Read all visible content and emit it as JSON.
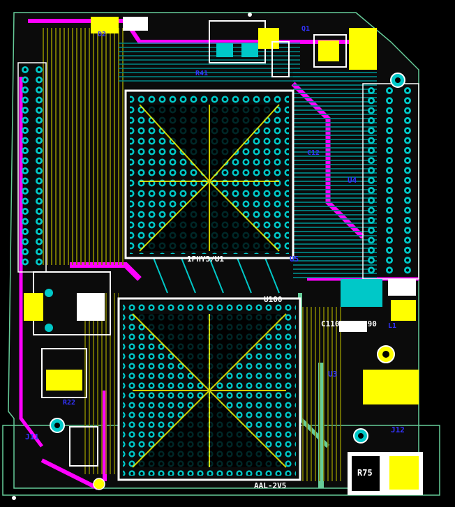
{
  "view": {
    "kind": "pcb-layout",
    "background_color": "#000000",
    "colors": {
      "top_copper": "#ffff00",
      "bottom_copper": "#00c8c8",
      "inner_layer": "#ff00ff",
      "inner_layer_2": "#7f007f",
      "silkscreen": "#ffffff",
      "drill": "#000000",
      "board_outline": "#66cc99",
      "ref_text": "#3333ff"
    }
  },
  "labels": {
    "fpga_upper": "U5",
    "fpga_upper_ref": "1PHY3/U1",
    "fpga_lower_ref": "U100",
    "bottom_text": "AAL-2V5",
    "resistor": "R75",
    "capacitor_a": "C110",
    "capacitor_b": "C90",
    "connector_a": "J11",
    "connector_b": "J12",
    "reg_a": "U4",
    "reg_b": "U3",
    "misc_a": "R41",
    "misc_b": "C12",
    "misc_c": "L1",
    "misc_d": "D2",
    "misc_e": "Q1",
    "misc_f": "R22"
  }
}
